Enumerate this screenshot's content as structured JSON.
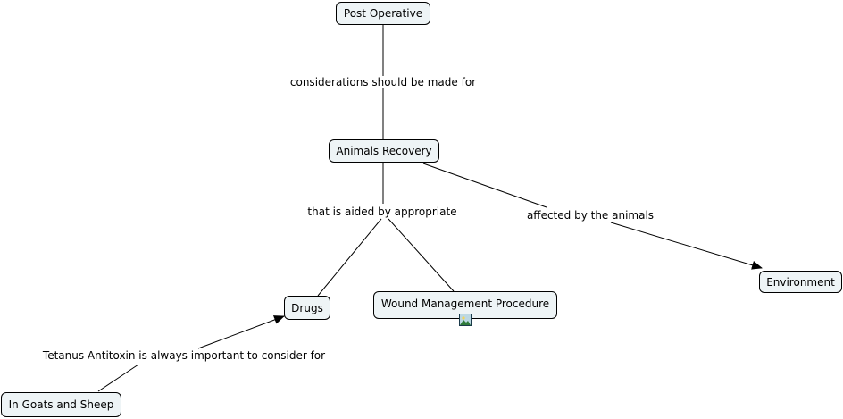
{
  "colors": {
    "node_fill": "#eef4f6",
    "node_border": "#000000",
    "line": "#000000",
    "text": "#000000",
    "background": "#ffffff"
  },
  "nodes": {
    "post_operative": "Post Operative",
    "animals_recovery": "Animals Recovery",
    "drugs": "Drugs",
    "wound_management": "Wound Management Procedure",
    "environment": "Environment",
    "goats_sheep": "In Goats and Sheep"
  },
  "links": {
    "considerations": "considerations should be made for",
    "aided_by": "that is aided by appropriate",
    "affected_by": "affected by the animals",
    "tetanus": "Tetanus Antitoxin is always important to consider for"
  },
  "icons": {
    "wound_resource": "image-resource-icon"
  }
}
